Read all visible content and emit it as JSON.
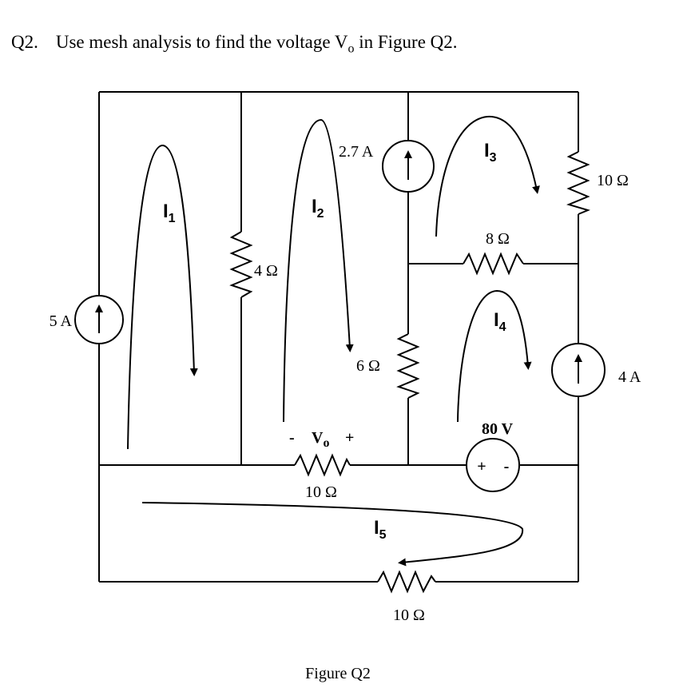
{
  "question": {
    "number": "Q2.",
    "text": "Use mesh analysis to find the voltage V",
    "text_sub": "o",
    "text_end": " in Figure Q2."
  },
  "figure": {
    "caption": "Figure Q2",
    "components": {
      "current_source_5a": "5 A",
      "resistor_4": "4 Ω",
      "current_source_2_7a": "2.7 A",
      "resistor_6": "6 Ω",
      "resistor_10_top_right": "10 Ω",
      "resistor_8": "8 Ω",
      "current_source_4a": "4 A",
      "voltage_source_80v": "80 V",
      "voltage_source_plus": "+",
      "voltage_source_minus": "-",
      "resistor_10_vo": "10 Ω",
      "resistor_10_bottom": "10 Ω"
    },
    "vo_label": {
      "minus": "-",
      "v": "V",
      "sub": "o",
      "plus": "+"
    },
    "meshes": [
      {
        "letter": "I",
        "index": "1"
      },
      {
        "letter": "I",
        "index": "2"
      },
      {
        "letter": "I",
        "index": "3"
      },
      {
        "letter": "I",
        "index": "4"
      },
      {
        "letter": "I",
        "index": "5"
      }
    ]
  }
}
